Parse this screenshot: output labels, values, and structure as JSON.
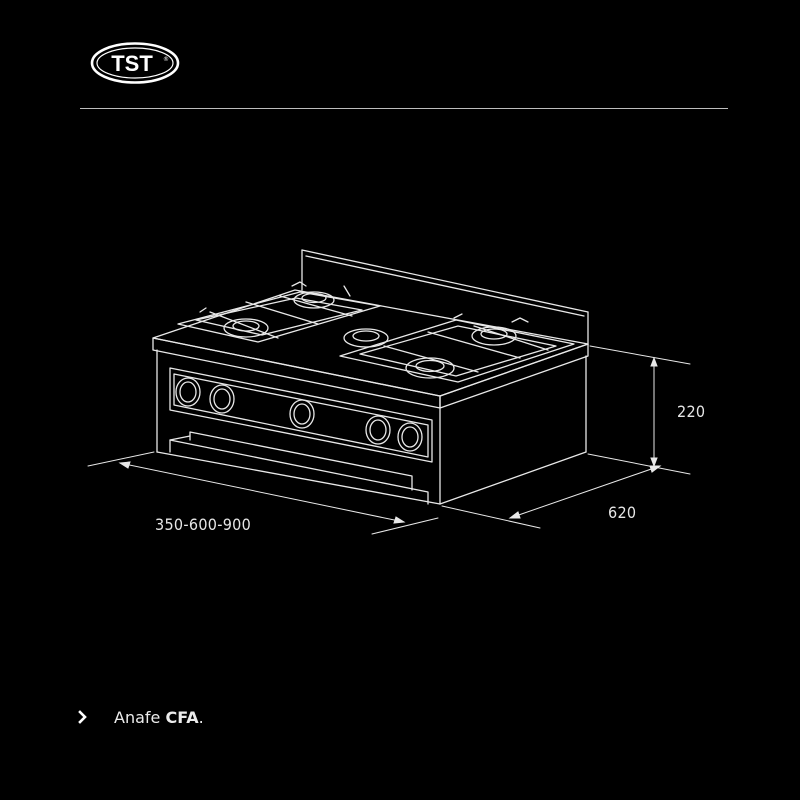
{
  "brand": {
    "logo_text": "TST",
    "logo_mark": "®"
  },
  "caption": {
    "name": "Anafe ",
    "model": "CFA",
    "suffix": "."
  },
  "dimensions": {
    "width": "350-600-900",
    "depth": "620",
    "height": "220"
  },
  "colors": {
    "background": "#000000",
    "line": "#e8e8e8",
    "text": "#ececec"
  }
}
